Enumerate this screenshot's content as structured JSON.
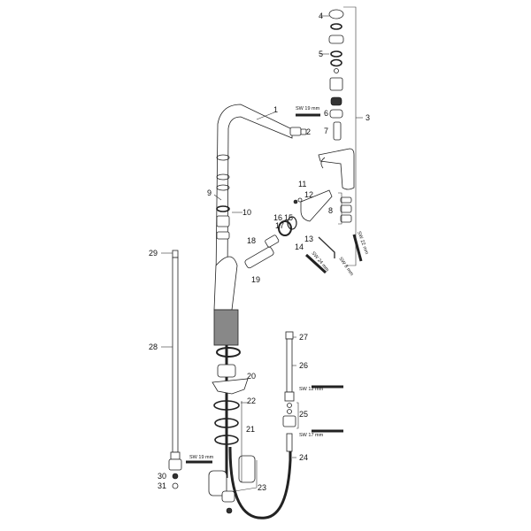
{
  "diagram": {
    "part_labels": [
      "1",
      "2",
      "3",
      "4",
      "5",
      "6",
      "7",
      "8",
      "9",
      "10",
      "11",
      "12",
      "13",
      "14",
      "15",
      "16",
      "17",
      "18",
      "19",
      "20",
      "21",
      "22",
      "23",
      "24",
      "25",
      "26",
      "27",
      "28",
      "29",
      "30",
      "31"
    ],
    "wrench_labels": {
      "sw19_top": "SW 19 mm",
      "sw22": "SW 22 mm",
      "sw24": "SW 24 mm",
      "sw3": "SW 3 mm",
      "sw12": "SW 12 mm",
      "sw17": "SW 17 mm",
      "sw19_bottom": "SW 19 mm"
    }
  }
}
